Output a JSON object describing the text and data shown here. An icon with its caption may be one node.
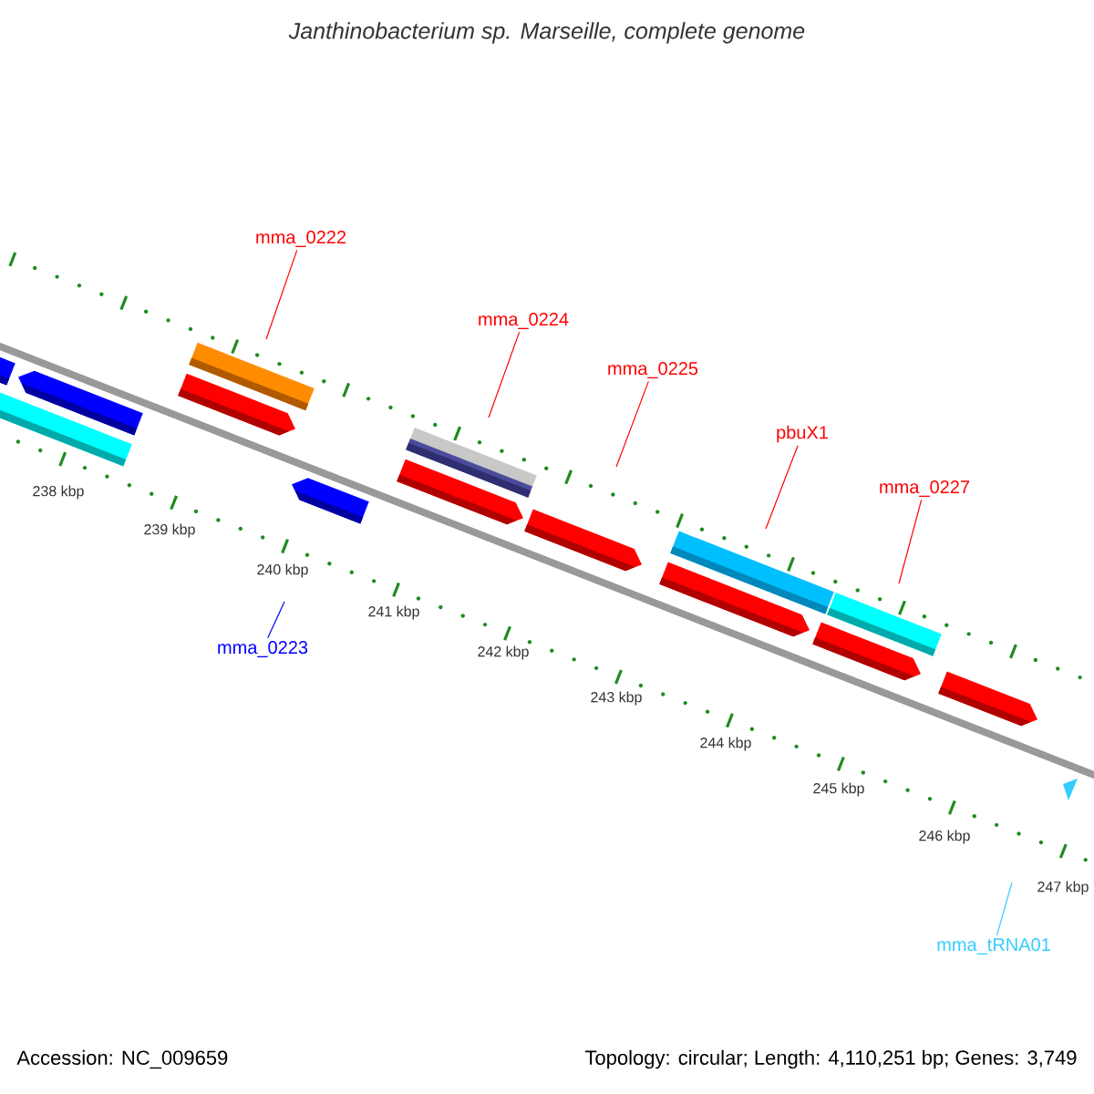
{
  "diagram": {
    "title": "Janthinobacterium sp. Marseille, complete genome",
    "nodes": [
      {
        "text": [
          "mma_0222"
        ]
      },
      {
        "text": [
          "mma_0224"
        ]
      },
      {
        "text": [
          "mma_0225"
        ]
      },
      {
        "text": [
          "pbuX1"
        ]
      },
      {
        "text": [
          "mma_0227"
        ]
      },
      {
        "text": [
          "mma_0223"
        ]
      },
      {
        "text": [
          "mma_tRNA01"
        ]
      }
    ],
    "edges": [
      {
        "from": 0,
        "to": null,
        "arrow": "none"
      },
      {
        "from": 1,
        "to": null,
        "arrow": "none"
      },
      {
        "from": 2,
        "to": null,
        "arrow": "none"
      },
      {
        "from": 3,
        "to": null,
        "arrow": "none"
      },
      {
        "from": 4,
        "to": null,
        "arrow": "none"
      },
      {
        "from": 5,
        "to": null,
        "arrow": "none",
        "color": "#0000ff"
      },
      {
        "from": 6,
        "to": null,
        "arrow": "none",
        "color": "#33ccff"
      }
    ],
    "labels": [
      "238 kbp",
      "239 kbp",
      "240 kbp",
      "241 kbp",
      "242 kbp",
      "243 kbp",
      "244 kbp",
      "245 kbp",
      "246 kbp",
      "247 kbp",
      "Accession: NC_009659",
      "Topology: circular; Length: 4,110,251 bp; Genes: 3,749"
    ]
  }
}
